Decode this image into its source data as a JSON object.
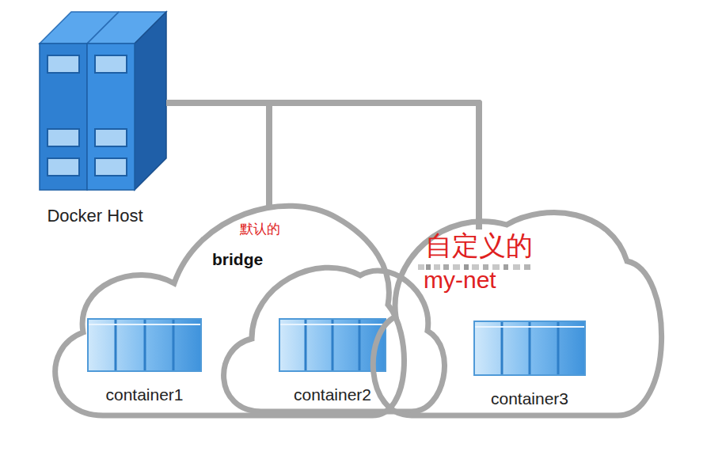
{
  "diagram": {
    "nodes": [
      {
        "text": [
          "Docker Host"
        ]
      },
      {
        "text": [
          "默认的",
          "bridge"
        ]
      },
      {
        "text": [
          "container1"
        ],
        "in": 1
      },
      {
        "text": [
          "container2"
        ],
        "in": 1
      },
      {
        "text": [
          "自定义的",
          "my-net"
        ]
      },
      {
        "text": [
          "container3"
        ],
        "in": 4
      }
    ],
    "edges": [
      {
        "from": 0,
        "to": 1,
        "arrow": "none"
      },
      {
        "from": 0,
        "to": 4,
        "arrow": "none"
      }
    ]
  }
}
